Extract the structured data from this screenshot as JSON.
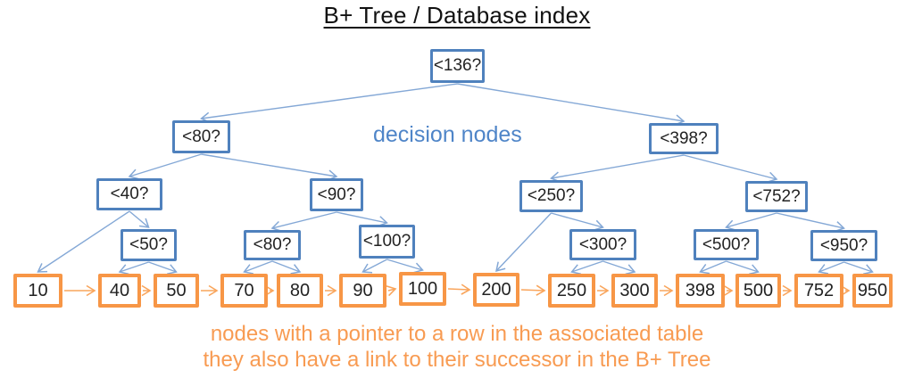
{
  "title": "B+ Tree / Database index",
  "annotations": {
    "decision_nodes_label": "decision nodes",
    "leaf_note_line1": "nodes with a pointer to a row in the associated table",
    "leaf_note_line2": "they also have a link to their successor in the B+ Tree"
  },
  "colors": {
    "background": "#ffffff",
    "title_text": "#111111",
    "node_text": "#222222",
    "decision_box_border": "#4f81bd",
    "decision_edge": "#84a8d6",
    "decision_label_text": "#4f85c8",
    "leaf_box_border": "#f79646",
    "leaf_edge": "#f9a55c",
    "leaf_note_text": "#f89b52"
  },
  "diagram": {
    "decision_nodes": [
      {
        "id": "n136",
        "label": "<136?"
      },
      {
        "id": "n80",
        "label": "<80?"
      },
      {
        "id": "n398",
        "label": "<398?"
      },
      {
        "id": "n40",
        "label": "<40?"
      },
      {
        "id": "n90",
        "label": "<90?"
      },
      {
        "id": "n250",
        "label": "<250?"
      },
      {
        "id": "n752",
        "label": "<752?"
      },
      {
        "id": "n50",
        "label": "<50?"
      },
      {
        "id": "n80b",
        "label": "<80?"
      },
      {
        "id": "n100",
        "label": "<100?"
      },
      {
        "id": "n300",
        "label": "<300?"
      },
      {
        "id": "n500",
        "label": "<500?"
      },
      {
        "id": "n950",
        "label": "<950?"
      }
    ],
    "leaf_nodes": [
      {
        "id": "l10",
        "label": "10"
      },
      {
        "id": "l40",
        "label": "40"
      },
      {
        "id": "l50",
        "label": "50"
      },
      {
        "id": "l70",
        "label": "70"
      },
      {
        "id": "l80",
        "label": "80"
      },
      {
        "id": "l90",
        "label": "90"
      },
      {
        "id": "l100",
        "label": "100"
      },
      {
        "id": "l200",
        "label": "200"
      },
      {
        "id": "l250",
        "label": "250"
      },
      {
        "id": "l300",
        "label": "300"
      },
      {
        "id": "l398",
        "label": "398"
      },
      {
        "id": "l500",
        "label": "500"
      },
      {
        "id": "l752",
        "label": "752"
      },
      {
        "id": "l950",
        "label": "950"
      }
    ],
    "decision_edges": [
      [
        "n136",
        "n80"
      ],
      [
        "n136",
        "n398"
      ],
      [
        "n80",
        "n40"
      ],
      [
        "n80",
        "n90"
      ],
      [
        "n398",
        "n250"
      ],
      [
        "n398",
        "n752"
      ],
      [
        "n40",
        "l10"
      ],
      [
        "n40",
        "n50"
      ],
      [
        "n50",
        "l40"
      ],
      [
        "n50",
        "l50"
      ],
      [
        "n90",
        "n80b"
      ],
      [
        "n90",
        "n100"
      ],
      [
        "n80b",
        "l70"
      ],
      [
        "n80b",
        "l80"
      ],
      [
        "n100",
        "l90"
      ],
      [
        "n100",
        "l100"
      ],
      [
        "n250",
        "l200"
      ],
      [
        "n250",
        "n300"
      ],
      [
        "n300",
        "l250"
      ],
      [
        "n300",
        "l300"
      ],
      [
        "n752",
        "n500"
      ],
      [
        "n752",
        "n950"
      ],
      [
        "n500",
        "l398"
      ],
      [
        "n500",
        "l500"
      ],
      [
        "n950",
        "l752"
      ],
      [
        "n950",
        "l950"
      ]
    ],
    "leaves_linked_to_successor": true
  }
}
